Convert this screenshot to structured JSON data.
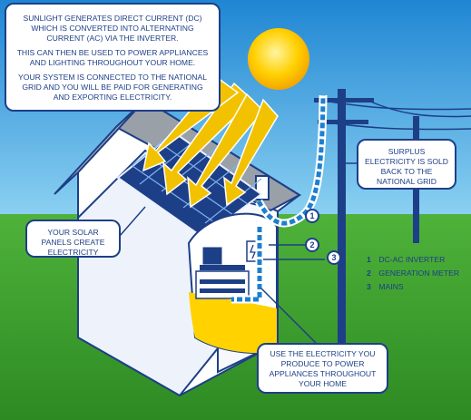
{
  "callouts": {
    "intro": {
      "line1": "Sunlight generates direct current (DC) which is converted into alternating current (AC) via the inverter.",
      "line2": "This can then be used to power appliances and lighting throughout your home.",
      "line3": "Your system is connected to the national grid and you will be paid for generating and exporting electricity."
    },
    "surplus": "Surplus electricity is sold back to the national grid",
    "panels": "Your solar panels create electricity",
    "use": "Use the electricity you produce to power appliances throughout your home"
  },
  "markers": [
    "1",
    "2",
    "3"
  ],
  "legend": [
    {
      "number": "1",
      "label": "DC-AC Inverter"
    },
    {
      "number": "2",
      "label": "Generation Meter"
    },
    {
      "number": "3",
      "label": "Mains"
    }
  ],
  "colors": {
    "sky": "#4aa8e4",
    "grass": "#3a9c2c",
    "sun": "#ffd000",
    "navy": "#1d3f87",
    "arrow": "#f2c200",
    "current": "#1c7fd1"
  }
}
